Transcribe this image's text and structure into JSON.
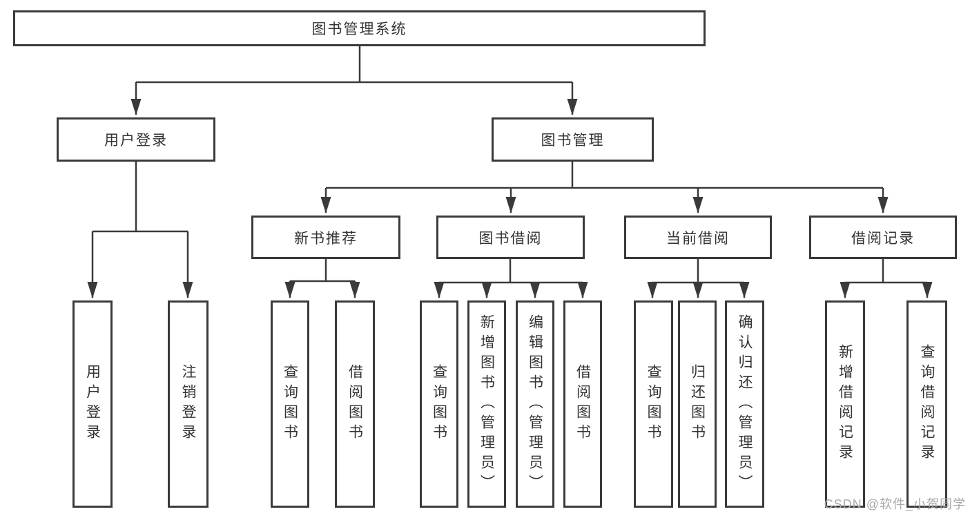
{
  "tree": {
    "root": {
      "label": "图书管理系统"
    },
    "branches": [
      {
        "label": "用户登录",
        "children": [
          {
            "label": "用户登录"
          },
          {
            "label": "注销登录"
          }
        ]
      },
      {
        "label": "图书管理",
        "sections": [
          {
            "label": "新书推荐",
            "children": [
              {
                "label": "查询图书"
              },
              {
                "label": "借阅图书"
              }
            ]
          },
          {
            "label": "图书借阅",
            "children": [
              {
                "label": "查询图书"
              },
              {
                "label": "新增图书（管理员）"
              },
              {
                "label": "编辑图书（管理员）"
              },
              {
                "label": "借阅图书"
              }
            ]
          },
          {
            "label": "当前借阅",
            "children": [
              {
                "label": "查询图书"
              },
              {
                "label": "归还图书"
              },
              {
                "label": "确认归还（管理员）"
              }
            ]
          },
          {
            "label": "借阅记录",
            "children": [
              {
                "label": "新增借阅记录"
              },
              {
                "label": "查询借阅记录"
              }
            ]
          }
        ]
      }
    ]
  },
  "watermark": "CSDN @软件_小贺同学",
  "colors": {
    "line": "#3a3a3a",
    "text": "#333333",
    "watermark": "#a9a9a9",
    "background": "#ffffff"
  }
}
